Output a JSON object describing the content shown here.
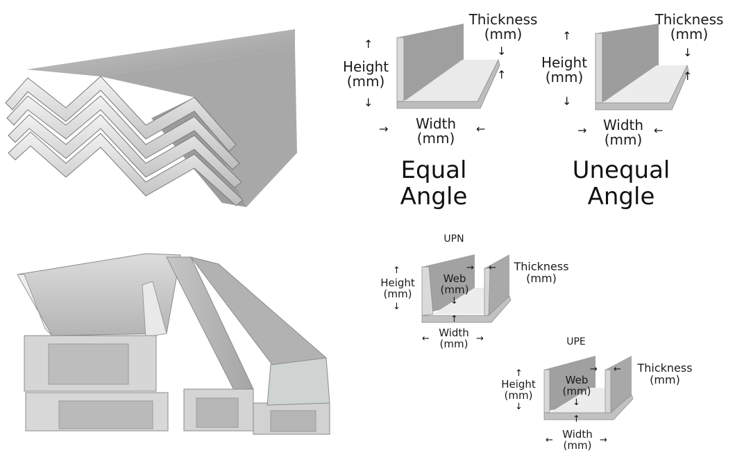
{
  "photos": {
    "angles": {
      "alt": "Stack of stainless steel angle bars"
    },
    "channels": {
      "alt": "Stack of stainless steel U-channel bars"
    }
  },
  "equal_angle": {
    "title_line1": "Equal",
    "title_line2": "Angle",
    "height_label": "Height",
    "height_unit": "(mm)",
    "width_label": "Width",
    "width_unit": "(mm)",
    "thickness_label": "Thickness",
    "thickness_unit": "(mm)"
  },
  "unequal_angle": {
    "title_line1": "Unequal",
    "title_line2": "Angle",
    "height_label": "Height",
    "height_unit": "(mm)",
    "width_label": "Width",
    "width_unit": "(mm)",
    "thickness_label": "Thickness",
    "thickness_unit": "(mm)"
  },
  "upn": {
    "title": "UPN",
    "height_label": "Height",
    "height_unit": "(mm)",
    "web_label": "Web",
    "web_unit": "(mm)",
    "width_label": "Width",
    "width_unit": "(mm)",
    "thickness_label": "Thickness",
    "thickness_unit": "(mm)"
  },
  "upe": {
    "title": "UPE",
    "height_label": "Height",
    "height_unit": "(mm)",
    "web_label": "Web",
    "web_unit": "(mm)",
    "width_label": "Width",
    "width_unit": "(mm)",
    "thickness_label": "Thickness",
    "thickness_unit": "(mm)"
  },
  "colors": {
    "steel_light": "#e8e8e8",
    "steel_mid": "#b9b9b9",
    "steel_dark": "#8e8e8e",
    "text": "#1a1a1a"
  }
}
